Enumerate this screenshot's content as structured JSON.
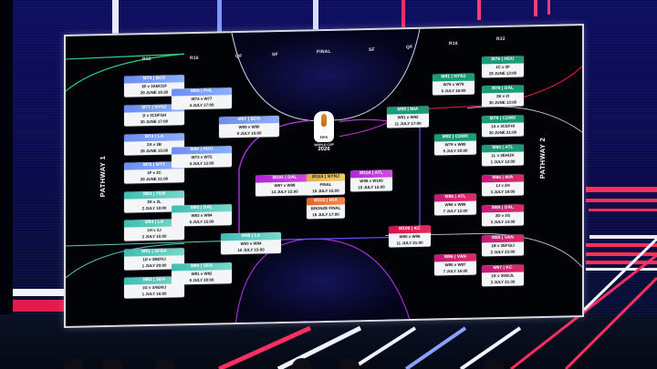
{
  "scene": "FIFA World Cup 2026 knockout bracket displayed on stage screen",
  "rounds": {
    "left": [
      "R32",
      "R16",
      "QF",
      "SF"
    ],
    "center": "FINAL",
    "right": [
      "SF",
      "QF",
      "R16",
      "R32"
    ]
  },
  "pathways": {
    "left": "PATHWAY 1",
    "right": "PATHWAY 2"
  },
  "logo": {
    "brand": "FIFA",
    "title": "WORLD CUP",
    "year": "2026"
  },
  "colors": {
    "pathway1_r32_r16_top": "#7a9cf4",
    "pathway1_bottom": "#5cc9bb",
    "pathway2_top": "#1a9c7a",
    "pathway2_bottom": "#d81d5f",
    "semis": "#c432dc",
    "final": "#e9bd59",
    "bronze": "#ec7a3c",
    "screen_frame": "#d9dbe4"
  },
  "matches": {
    "left_r32": [
      {
        "header": "M74 | BOS",
        "teams": "1E v 3ABCDF",
        "time": "29 JUNE 16:30",
        "color": "blue"
      },
      {
        "header": "M77 | NYNJ",
        "teams": "1I v 3CDFGH",
        "time": "30 JUNE 17:00",
        "color": "blue"
      },
      {
        "header": "M73 | LA",
        "teams": "2A v 2B",
        "time": "28 JUNE 15:00",
        "color": "blue"
      },
      {
        "header": "M75 | MTY",
        "teams": "1F v 2C",
        "time": "29 JUNE 21:00",
        "color": "blue"
      },
      {
        "header": "M83 | TOR",
        "teams": "2K v 2L",
        "time": "2 JULY 19:00",
        "color": "teal"
      },
      {
        "header": "M84 | LA",
        "teams": "1H v 2J",
        "time": "2 JULY 15:00",
        "color": "teal"
      },
      {
        "header": "M81 | SFBA",
        "teams": "1D v 3BEFIJ",
        "time": "1 JULY 20:00",
        "color": "teal"
      },
      {
        "header": "M82 | SEA",
        "teams": "1G v 3AEHIJ",
        "time": "1 JULY 16:00",
        "color": "teal"
      }
    ],
    "left_r16": [
      {
        "header": "M89 | PHL",
        "teams": "W74 v W77",
        "time": "4 JULY 17:00",
        "color": "blue"
      },
      {
        "header": "M90 | HOU",
        "teams": "W73 v W75",
        "time": "4 JULY 13:00",
        "color": "blue"
      },
      {
        "header": "M93 | DAL",
        "teams": "W83 v W84",
        "time": "6 JULY 15:00",
        "color": "teal"
      },
      {
        "header": "M94 | SEA",
        "teams": "W81 v W82",
        "time": "6 JULY 20:00",
        "color": "teal"
      }
    ],
    "left_qf": [
      {
        "header": "M97 | BOS",
        "teams": "W89 v W90",
        "time": "9 JULY 16:00",
        "color": "blue"
      },
      {
        "header": "M98 | LA",
        "teams": "W93 v W94",
        "time": "10 JULY 15:00",
        "color": "teal"
      }
    ],
    "center": [
      {
        "header": "M101 | DAL",
        "teams": "W97 v W98",
        "time": "14 JULY 15:00",
        "color": "purple"
      },
      {
        "header": "M104 | NYNJ",
        "teams": "FINAL",
        "time": "19 JULY 15:00",
        "color": "gold"
      },
      {
        "header": "M103 | MIA",
        "teams": "BRONZE FINAL",
        "time": "18 JULY 17:00",
        "color": "orange"
      },
      {
        "header": "M102 | ATL",
        "teams": "W99 v W100",
        "time": "15 JULY 15:00",
        "color": "purple"
      }
    ],
    "right_qf": [
      {
        "header": "M99 | MIA",
        "teams": "W91 v W92",
        "time": "11 JULY 17:00",
        "color": "green"
      },
      {
        "header": "M100 | KC",
        "teams": "W95 v W96",
        "time": "11 JULY 21:00",
        "color": "red"
      }
    ],
    "right_r16": [
      {
        "header": "M91 | NYNJ",
        "teams": "W76 v W78",
        "time": "5 JULY 16:00",
        "color": "green"
      },
      {
        "header": "M92 | CDMX",
        "teams": "W79 v W80",
        "time": "5 JULY 20:00",
        "color": "green"
      },
      {
        "header": "M95 | ATL",
        "teams": "W86 v W88",
        "time": "7 JULY 12:00",
        "color": "magenta"
      },
      {
        "header": "M96 | VAN",
        "teams": "W85 v W87",
        "time": "7 JULY 16:00",
        "color": "magenta"
      }
    ],
    "right_r32": [
      {
        "header": "M76 | HOU",
        "teams": "1C v 2F",
        "time": "29 JUNE 13:00",
        "color": "green"
      },
      {
        "header": "M78 | DAL",
        "teams": "2E v 2I",
        "time": "30 JUNE 13:00",
        "color": "green"
      },
      {
        "header": "M79 | CDMX",
        "teams": "1A v 3CEFHI",
        "time": "30 JUNE 21:00",
        "color": "green"
      },
      {
        "header": "M80 | ATL",
        "teams": "1L v 3EHIJK",
        "time": "1 JULY 12:00",
        "color": "green"
      },
      {
        "header": "M86 | MIA",
        "teams": "1J v 2H",
        "time": "3 JULY 18:00",
        "color": "magenta"
      },
      {
        "header": "M88 | DAL",
        "teams": "2D v 2G",
        "time": "3 JULY 14:00",
        "color": "magenta"
      },
      {
        "header": "M85 | VAN",
        "teams": "1B v 3EFGIJ",
        "time": "2 JULY 23:00",
        "color": "magenta"
      },
      {
        "header": "M87 | KC",
        "teams": "1K v 3DEIJL",
        "time": "3 JULY 21:30",
        "color": "magenta"
      }
    ]
  }
}
